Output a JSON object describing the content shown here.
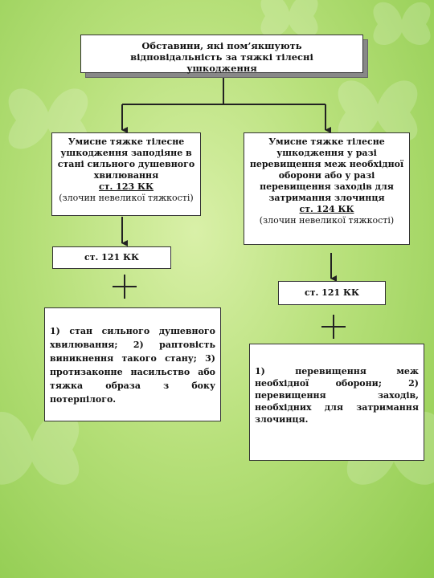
{
  "title": "Обставини, які пом’якшують відповідальність за тяжкі тілесні ушкодження",
  "left_branch": {
    "title": "Умисне тяжке тілесне ушкодження заподіяне в стані сильного душевного хвилювання",
    "article": "ст. 123 КК",
    "note": "(злочин невеликої тяжкості)",
    "linked_article": "ст. 121 КК",
    "plus": "+",
    "conditions": "1) стан сильного душевного хвилювання; 2) раптовість виникнення такого стану; 3) протизаконне насильство або тяжка образа з боку потерпілого."
  },
  "right_branch": {
    "title": "Умисне тяжке тілесне ушкодження у разі перевищення меж необхідної оборони або у разі перевищення заходів для затримання злочинця",
    "article": "ст. 124 КК",
    "note": "(злочин невеликої тяжкості)",
    "linked_article": "ст. 121 КК",
    "plus": "+",
    "conditions": "1) перевищення меж необхідної оборони; 2) перевищення заходів, необхідних для затримання злочинця."
  },
  "colors": {
    "background": "#b7e07a",
    "box": "#ffffff",
    "line": "#222222"
  }
}
